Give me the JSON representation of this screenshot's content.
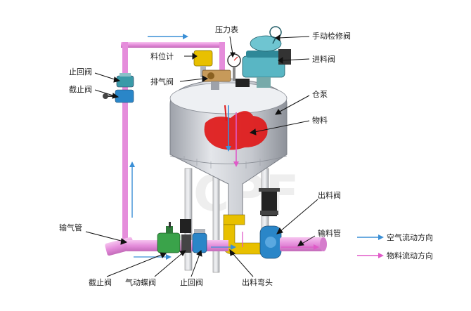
{
  "labels": {
    "pressure_gauge": "压力表",
    "manual_valve": "手动检修阀",
    "level_meter": "料位计",
    "feed_valve": "进料阀",
    "check_valve_top": "止回阀",
    "exhaust_valve": "排气阀",
    "stop_valve_top": "截止阀",
    "tank_pump": "仓泵",
    "material": "物料",
    "discharge_valve": "出料阀",
    "air_pipe": "输气管",
    "conveying_pipe": "输料管",
    "stop_valve_bottom": "截止阀",
    "pneumatic_butterfly_valve": "气动蝶阀",
    "check_valve_bottom": "止回阀",
    "discharge_elbow": "出料弯头"
  },
  "legend": {
    "air_flow": "空气流动方向",
    "material_flow": "物料流动方向",
    "air_color": "#3a8fd6",
    "material_color": "#e05ac8"
  },
  "colors": {
    "pipe": "#ea8ee0",
    "tank": "#c9cbd1",
    "material_fill": "#e01818",
    "valve_green": "#3aa34a",
    "valve_blue": "#2a86c8",
    "fitting_yellow": "#e8c000"
  }
}
